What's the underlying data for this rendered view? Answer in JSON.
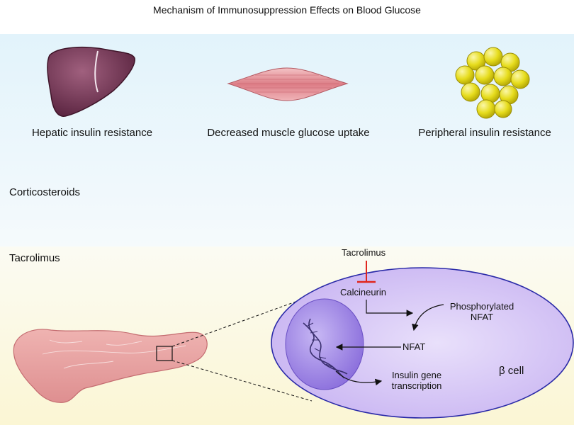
{
  "title": "Mechanism of Immunosuppression Effects on Blood Glucose",
  "organs": {
    "liver_label": "Hepatic insulin resistance",
    "muscle_label": "Decreased muscle glucose uptake",
    "fat_label": "Peripheral insulin resistance"
  },
  "rows": {
    "corticosteroids": "Corticosteroids",
    "tacrolimus": "Tacrolimus"
  },
  "pathway": {
    "drug": "Tacrolimus",
    "calcineurin": "Calcineurin",
    "phosphorylated_nfat_line1": "Phosphorylated",
    "phosphorylated_nfat_line2": "NFAT",
    "nfat": "NFAT",
    "insulin_gene_line1": "Insulin gene",
    "insulin_gene_line2": "transcription",
    "cell_label": "β cell"
  },
  "colors": {
    "inhibition": "#e0261e",
    "cell_fill": "#d9c9f7",
    "cell_border": "#2a2aa8",
    "nucleus": "#9f86e6",
    "liver": "#7a3a55",
    "muscle": "#e79aa0",
    "fat": "#e8de22",
    "pancreas": "#e9a2a2"
  }
}
